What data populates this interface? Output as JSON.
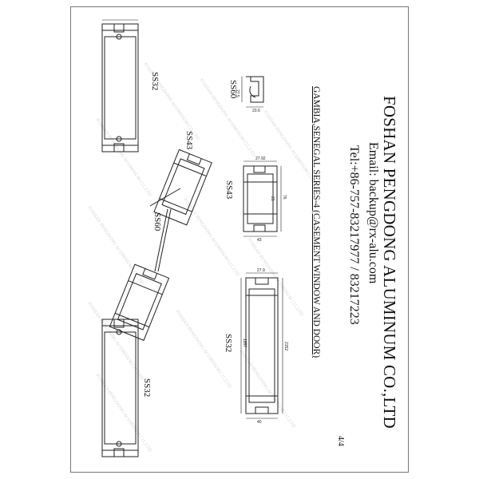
{
  "header": {
    "company": "FOSHAN PENGDONG ALUMINUM CO.,LTD",
    "email": "Email: backup@rx-alu.com",
    "tel": "Tel:+86-757-83217977  /  83217223",
    "series": "GAMBIA,SENEGAL SERIES-4 (CASEMENT WINDOW AND DOOR)"
  },
  "profiles": {
    "ss32_top": "SS32",
    "ss43_left": "SS43",
    "ss60_left": "SS60",
    "ss32_bottom": "SS32",
    "ss60_right": "SS60",
    "ss43_right": "SS43",
    "ss32_right": "SS32"
  },
  "dimensions": {
    "ss60_w": "27.5",
    "ss60_h": "23.6",
    "ss43_top": "27.92",
    "ss43_h": "76",
    "ss43_w": "43",
    "ss43_inner": "21",
    "ss32_top": "27.9",
    "ss32_h1": "1957",
    "ss32_h2": "2152",
    "ss32_w": "40"
  },
  "watermark": "FOSHAN PENGDONG ALUMINUM CO.,LTD",
  "page_number": "4/4",
  "colors": {
    "line": "#222222",
    "border": "#777777",
    "watermark": "#d9d9d9"
  }
}
